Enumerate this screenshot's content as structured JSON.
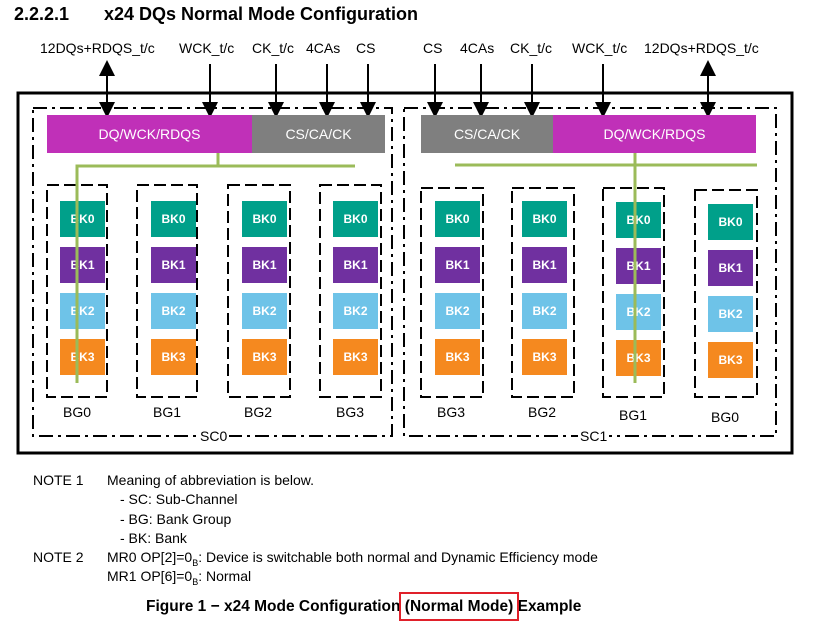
{
  "heading": {
    "number": "2.2.2.1",
    "title": "x24 DQs Normal Mode Configuration"
  },
  "signals": {
    "sc0": [
      "12DQs+RDQS_t/c",
      "WCK_t/c",
      "CK_t/c",
      "4CAs",
      "CS"
    ],
    "sc1": [
      "CS",
      "4CAs",
      "CK_t/c",
      "WCK_t/c",
      "12DQs+RDQS_t/c"
    ]
  },
  "bars": {
    "data": "DQ/WCK/RDQS",
    "cmd": "CS/CA/CK"
  },
  "banks": [
    "BK0",
    "BK1",
    "BK2",
    "BK3"
  ],
  "bank_colors": [
    "#00a08a",
    "#7030a0",
    "#6ec3e8",
    "#f5891f"
  ],
  "sc0": {
    "label": "SC0",
    "groups": [
      "BG0",
      "BG1",
      "BG2",
      "BG3"
    ]
  },
  "sc1": {
    "label": "SC1",
    "groups": [
      "BG3",
      "BG2",
      "BG1",
      "BG0"
    ]
  },
  "notes": {
    "note1_label": "NOTE 1",
    "note1_text": "Meaning of abbreviation is below.",
    "note1_items": [
      "- SC: Sub-Channel",
      "- BG: Bank Group",
      "- BK: Bank"
    ],
    "note2_label": "NOTE 2",
    "note2_line1_pre": "MR0 OP[2]=0",
    "note2_line1_sub": "B",
    "note2_line1_post": ": Device is switchable both normal and Dynamic Efficiency mode",
    "note2_line2_pre": "MR1 OP[6]=0",
    "note2_line2_sub": "B",
    "note2_line2_post": ": Normal"
  },
  "caption": {
    "pre": "Figure 1 − x24 Mode Configuration ",
    "highlight": "(Normal Mode)",
    "post": " Example"
  },
  "colors": {
    "highlight_box": "#e0202a",
    "green_bus": "#9bbb59"
  }
}
